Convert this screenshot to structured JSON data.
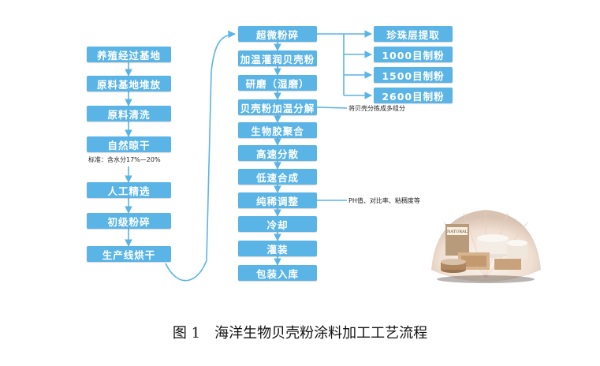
{
  "colors": {
    "box_fill": "#5ab4e6",
    "connector": "#5ab4e6",
    "box_text": "#ffffff"
  },
  "left_steps": [
    "养殖经过基地",
    "原料基地堆放",
    "原料清洗",
    "自然晾干",
    "人工精选",
    "初级粉碎",
    "生产线烘干"
  ],
  "left_note": "标准：含水分17%—20%",
  "middle_steps": [
    "超微粉碎",
    "加温灌润贝壳粉",
    "研磨（湿磨）",
    "贝壳粉加温分解",
    "生物胶聚合",
    "高速分散",
    "低速合成",
    "纯稀调整",
    "冷却",
    "灌装",
    "包装入库"
  ],
  "right_steps": [
    "珍珠层提取",
    "1000目制粉",
    "1500目制粉",
    "2600目制粉"
  ],
  "notes": {
    "decompose": "将贝壳分拣成多组分",
    "adjust": "PH值、对比率、粘稠度等"
  },
  "caption": {
    "figure_no": "图 1",
    "title": "海洋生物贝壳粉涂料加工工艺流程"
  },
  "image": {
    "icon": "paint-products-photo",
    "brand_text": "NATURAL"
  }
}
